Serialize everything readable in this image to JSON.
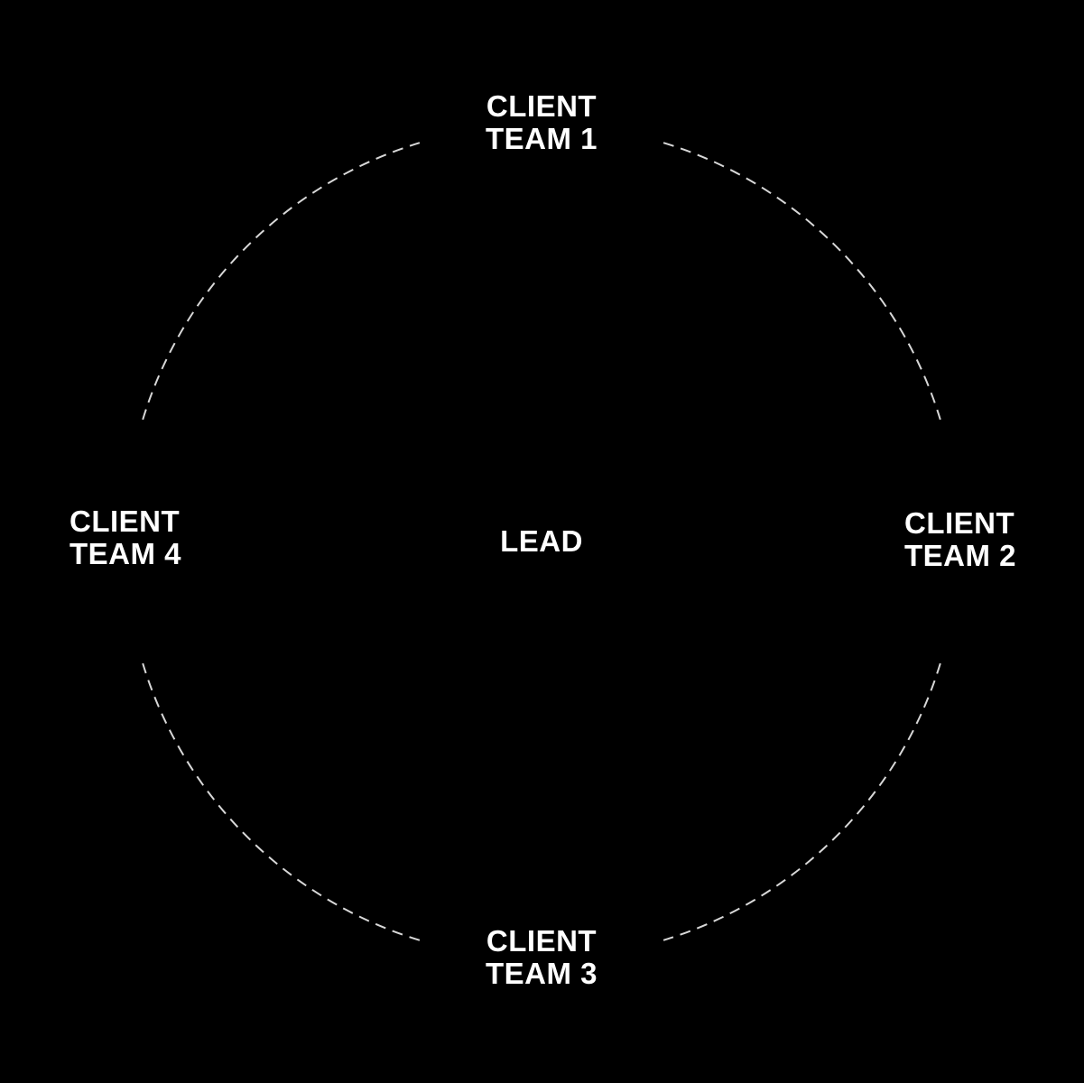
{
  "diagram": {
    "center": {
      "label": "LEAD"
    },
    "nodes": [
      {
        "id": "client-team-1",
        "position": "top",
        "line1": "CLIENT",
        "line2": "TEAM 1"
      },
      {
        "id": "client-team-2",
        "position": "right",
        "line1": "CLIENT",
        "line2": "TEAM 2"
      },
      {
        "id": "client-team-3",
        "position": "bottom",
        "line1": "CLIENT",
        "line2": "TEAM 3"
      },
      {
        "id": "client-team-4",
        "position": "left",
        "line1": "CLIENT",
        "line2": "TEAM 4"
      }
    ],
    "colors": {
      "background": "#000000",
      "text": "#ffffff",
      "dashed_circle": "#d8d8d8"
    }
  }
}
